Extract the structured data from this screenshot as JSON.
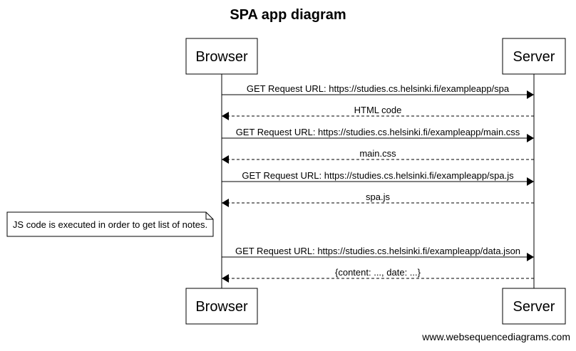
{
  "diagram": {
    "title": "SPA app diagram",
    "credit": "www.websequencediagrams.com",
    "participants": [
      {
        "id": "browser",
        "label": "Browser"
      },
      {
        "id": "server",
        "label": "Server"
      }
    ],
    "events": [
      {
        "kind": "message",
        "from": "browser",
        "to": "server",
        "style": "solid",
        "label": "GET Request URL: https://studies.cs.helsinki.fi/exampleapp/spa"
      },
      {
        "kind": "message",
        "from": "server",
        "to": "browser",
        "style": "dashed",
        "label": "HTML code"
      },
      {
        "kind": "message",
        "from": "browser",
        "to": "server",
        "style": "solid",
        "label": "GET Request URL: https://studies.cs.helsinki.fi/exampleapp/main.css"
      },
      {
        "kind": "message",
        "from": "server",
        "to": "browser",
        "style": "dashed",
        "label": "main.css"
      },
      {
        "kind": "message",
        "from": "browser",
        "to": "server",
        "style": "solid",
        "label": "GET Request URL: https://studies.cs.helsinki.fi/exampleapp/spa.js"
      },
      {
        "kind": "message",
        "from": "server",
        "to": "browser",
        "style": "dashed",
        "label": "spa.js"
      },
      {
        "kind": "note",
        "position": "left of",
        "participant": "browser",
        "label": "JS code is executed in order to get list of notes."
      },
      {
        "kind": "message",
        "from": "browser",
        "to": "server",
        "style": "solid",
        "label": "GET Request URL: https://studies.cs.helsinki.fi/exampleapp/data.json"
      },
      {
        "kind": "message",
        "from": "server",
        "to": "browser",
        "style": "dashed",
        "label": "{content: ..., date: ...}"
      }
    ]
  }
}
